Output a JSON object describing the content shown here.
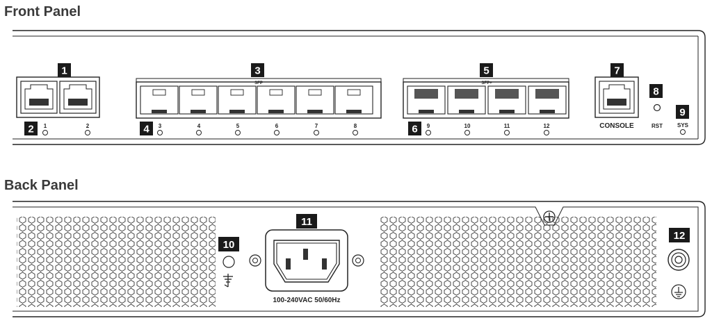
{
  "front_panel": {
    "title": "Front Panel",
    "rj45_ports": [
      "1",
      "2"
    ],
    "sfp_label": "SFP",
    "sfp_ports": [
      "3",
      "4",
      "5",
      "6",
      "7",
      "8"
    ],
    "sfpplus_label": "SFP+",
    "sfpplus_ports": [
      "9",
      "10",
      "11",
      "12"
    ],
    "console_label": "CONSOLE",
    "rst_label": "RST",
    "sys_label": "SYS"
  },
  "back_panel": {
    "title": "Back Panel",
    "power_label": "100-240VAC  50/60Hz"
  },
  "callouts": [
    "1",
    "2",
    "3",
    "4",
    "5",
    "6",
    "7",
    "8",
    "9",
    "10",
    "11",
    "12"
  ]
}
